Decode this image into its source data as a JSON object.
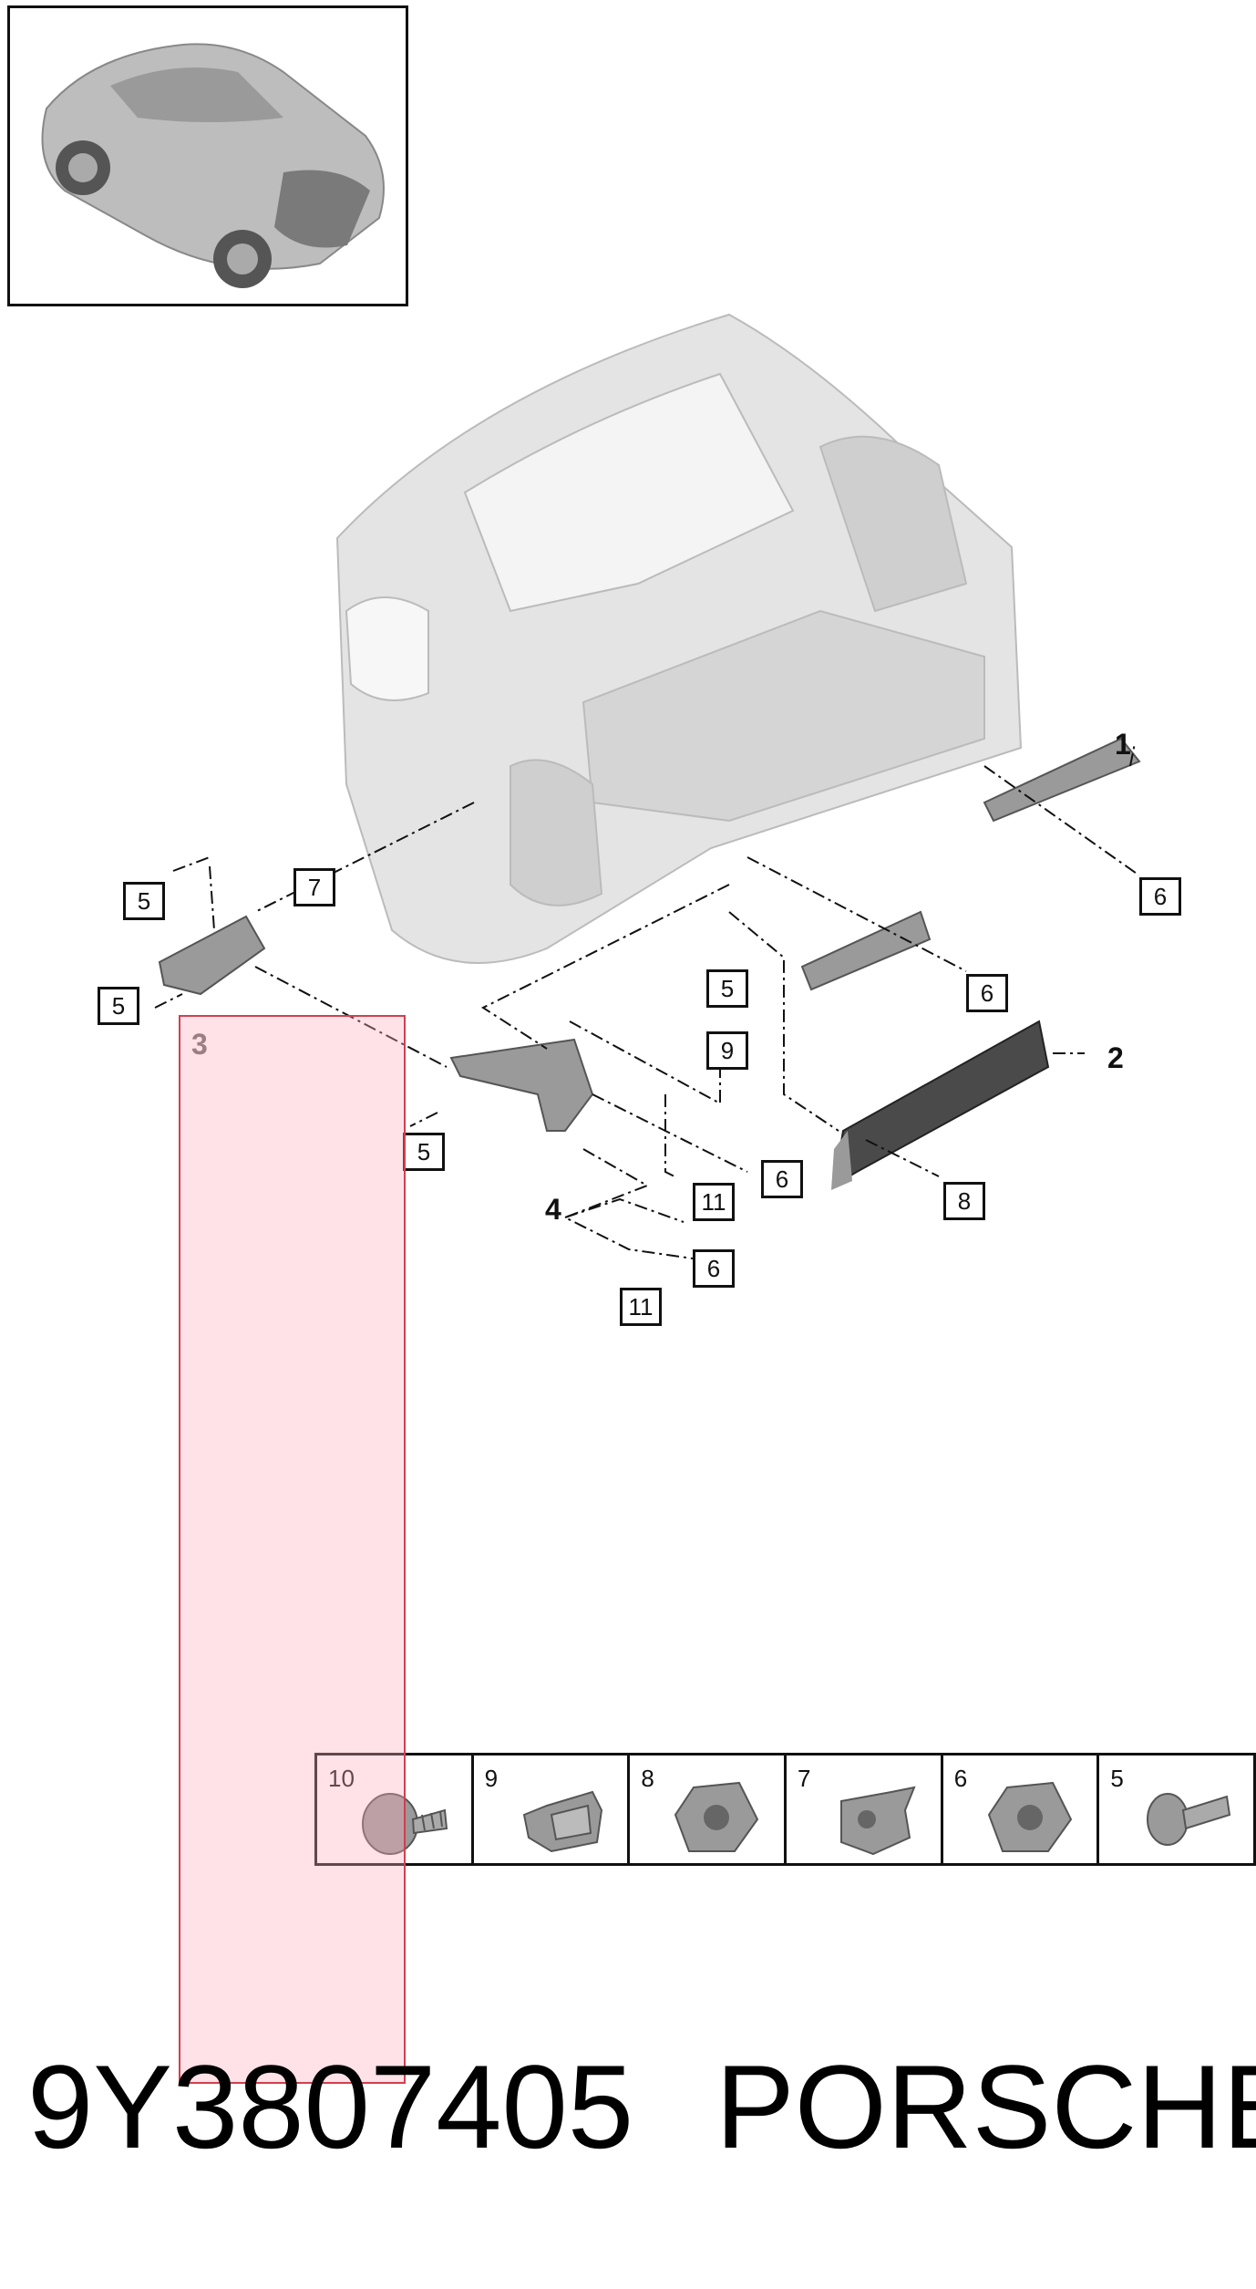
{
  "diagram": {
    "callouts": {
      "c1": "1",
      "c2": "2",
      "c3": "3",
      "c4": "4",
      "c5a": "5",
      "c5b": "5",
      "c5c": "5",
      "c5d": "5",
      "c6a": "6",
      "c6b": "6",
      "c6c": "6",
      "c6d": "6",
      "c7": "7",
      "c8": "8",
      "c9": "9",
      "c11a": "11",
      "c11b": "11"
    }
  },
  "parts_strip": {
    "cells": [
      {
        "label": "10",
        "icon": "screw-icon"
      },
      {
        "label": "9",
        "icon": "clip-icon"
      },
      {
        "label": "8",
        "icon": "flange-nut-icon"
      },
      {
        "label": "7",
        "icon": "clip-nut-icon"
      },
      {
        "label": "6",
        "icon": "flange-nut-icon"
      },
      {
        "label": "5",
        "icon": "bolt-icon"
      }
    ]
  },
  "footer": {
    "part_number": "9Y3807405",
    "brand": "PORSCHE"
  },
  "colors": {
    "line": "#111111",
    "part_gray": "#8a8a8a",
    "body_gray": "#d9d9d9",
    "highlight": "#ffaabe"
  }
}
